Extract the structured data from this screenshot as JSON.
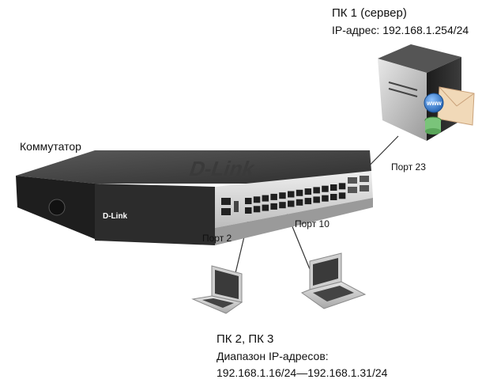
{
  "pc1": {
    "title": "ПК 1 (сервер)",
    "ip": "IP-адрес: 192.168.1.254/24"
  },
  "switch": {
    "label": "Коммутатор",
    "brand": "D-Link"
  },
  "ports": {
    "port23": "Порт 23",
    "port2": "Порт 2",
    "port10": "Порт 10"
  },
  "pc23": {
    "title": "ПК 2, ПК 3",
    "range_label": "Диапазон IP-адресов:",
    "range": "192.168.1.16/24—192.168.1.31/24"
  },
  "server_badge": "www",
  "colors": {
    "switch_body": "#2a2a2a",
    "switch_top": "#4a4a4a",
    "front_panel": "#d9d9d9",
    "laptop_body": "#d0d0d0",
    "screen": "#3a3a3a",
    "server_body": "#2b2b2b",
    "globe": "#3b7fd1",
    "cable": "#333333"
  }
}
